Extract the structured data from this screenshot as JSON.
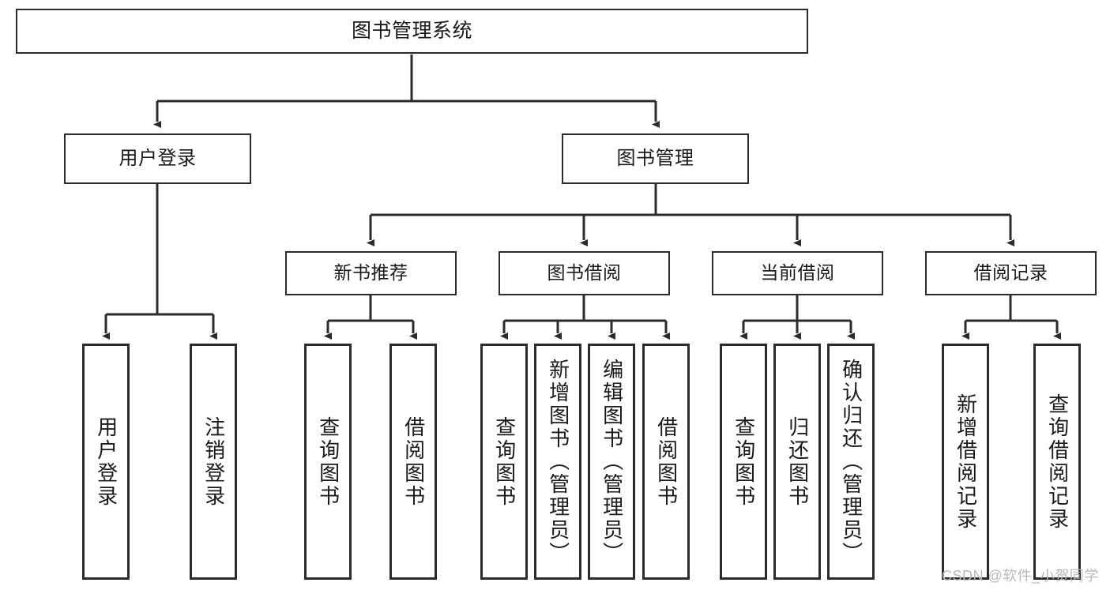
{
  "diagram": {
    "type": "tree-hierarchy-flowchart",
    "orientation": "top-down",
    "colors": {
      "box_border": "#2b2b2b",
      "box_fill": "#ffffff",
      "connector": "#2b2b2b",
      "text": "#1a1a1a",
      "watermark": "#b9b9b9",
      "canvas": "#ffffff"
    },
    "root": {
      "label": "图书管理系统"
    },
    "level2": [
      {
        "label": "用户登录"
      },
      {
        "label": "图书管理"
      }
    ],
    "level3": [
      {
        "label": "新书推荐"
      },
      {
        "label": "图书借阅"
      },
      {
        "label": "当前借阅"
      },
      {
        "label": "借阅记录"
      }
    ],
    "leaves": {
      "user_login": [
        {
          "label": "用户登录"
        },
        {
          "label": "注销登录"
        }
      ],
      "new_book_recommend": [
        {
          "label": "查询图书"
        },
        {
          "label": "借阅图书"
        }
      ],
      "book_borrow": [
        {
          "label": "查询图书"
        },
        {
          "label": "新增图书（管理员）"
        },
        {
          "label": "编辑图书（管理员）"
        },
        {
          "label": "借阅图书"
        }
      ],
      "current_borrow": [
        {
          "label": "查询图书"
        },
        {
          "label": "归还图书"
        },
        {
          "label": "确认归还（管理员）"
        }
      ],
      "borrow_record": [
        {
          "label": "新增借阅记录"
        },
        {
          "label": "查询借阅记录"
        }
      ]
    },
    "watermark": "CSDN @软件_小贺同学"
  }
}
